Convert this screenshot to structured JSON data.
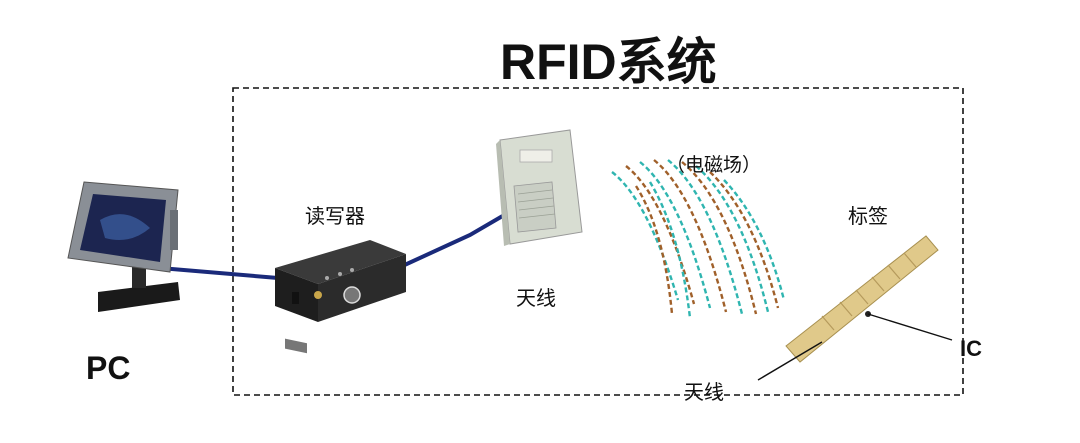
{
  "title": "RFID系统",
  "components": {
    "pc": "PC",
    "reader": "读写器",
    "reader_antenna": "天线",
    "field": "（电磁场）",
    "tag": "标签",
    "chip": "IC",
    "tag_antenna": "天线"
  },
  "colors": {
    "cable": "#1a2a7a",
    "reader_body": "#2b2b2b",
    "tag": "#e0c98a",
    "field_a": "#2fb5b0",
    "field_b": "#a0602a"
  }
}
